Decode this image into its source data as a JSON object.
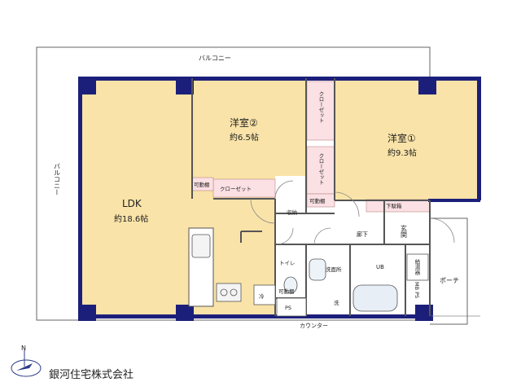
{
  "balcony": {
    "top_label": "バルコニー",
    "left_label": "バルコニー"
  },
  "rooms": {
    "ldk": {
      "name": "LDK",
      "size": "約18.6帖"
    },
    "western2": {
      "name": "洋室②",
      "size": "約6.5帖"
    },
    "western1": {
      "name": "洋室①",
      "size": "約9.3帖"
    }
  },
  "labels": {
    "closet": "クローゼット",
    "closet_v1": "クローゼット",
    "closet_v2": "クローゼット",
    "movable_shelf_1": "可動棚",
    "movable_shelf_2": "可動棚",
    "movable_shelf_3": "可動棚",
    "storage": "収納",
    "shoe_box": "下駄箱",
    "corridor": "廊下",
    "entrance": "玄関",
    "toilet": "トイレ",
    "washroom": "洗面所",
    "ub": "UB",
    "water_heater": "給湯器",
    "mbps": "MB PS",
    "porch": "ポーチ",
    "ps": "PS",
    "wash": "洗",
    "fridge": "冷",
    "counter": "カウンター"
  },
  "footer": {
    "company": "銀河住宅株式会社",
    "compass_label": "N"
  },
  "colors": {
    "room_fill": "#f9e3a8",
    "closet_fill": "#fbe0e4",
    "wall": "#1c1f7a",
    "outline": "#555555"
  }
}
